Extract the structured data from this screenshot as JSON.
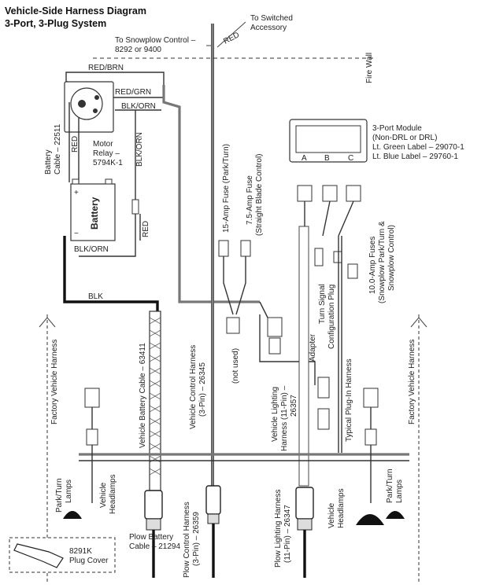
{
  "title_line1": "Vehicle-Side Harness Diagram",
  "title_line2": "3-Port, 3-Plug System",
  "labels": {
    "to_switched_accessory": [
      "To Switched",
      "Accessory"
    ],
    "red_top": "RED",
    "to_snowplow_control": [
      "To Snowplow Control –",
      "8292 or 9400"
    ],
    "fire_wall": "Fire Wall",
    "red_brn": "RED/BRN",
    "red_grn": "RED/GRN",
    "blk_orn_relay": "BLK/ORN",
    "blk_orn_vertical": "BLK/ORN",
    "battery_cable": [
      "Battery",
      "Cable – 22511"
    ],
    "red_battery_cable": "RED",
    "motor_relay": [
      "Motor",
      "Relay –",
      "5794K-1"
    ],
    "battery": "Battery",
    "red_fuse_wire": "RED",
    "blk_orn_bottom": "BLK/ORN",
    "blk": "BLK",
    "fuse_15a": "15-Amp Fuse (Park/Turn)",
    "fuse_7_5a": [
      "7.5-Amp Fuse",
      "(Straight Blade Control)"
    ],
    "module": [
      "3-Port Module",
      "(Non-DRL or DRL)",
      "Lt. Green Label – 29070-1",
      "Lt. Blue Label – 29760-1"
    ],
    "port_a": "A",
    "port_b": "B",
    "port_c": "C",
    "fuses_10a": [
      "10.0-Amp Fuses",
      "(Snowplow Park/Turn &",
      "Snowplow Control)"
    ],
    "turn_signal_plug": [
      "Turn Signal",
      "Configuration Plug"
    ],
    "adapter": "Adapter",
    "typical_plug_in": "Typical Plug-In Harness",
    "not_used": "(not used)",
    "vehicle_lighting_harness": [
      "Vehicle Lighting",
      "Harness (11-Pin) –",
      "26357"
    ],
    "vehicle_control_harness": [
      "Vehicle Control Harness",
      "(3-Pin) – 26345"
    ],
    "vehicle_battery_cable": "Vehicle Battery Cable – 63411",
    "factory_harness_left": "Factory Vehicle Harness",
    "factory_harness_right": "Factory Vehicle Harness",
    "park_turn_left": [
      "Park/Turn",
      "Lamps"
    ],
    "headlamps_left": [
      "Vehicle",
      "Headlamps"
    ],
    "park_turn_right": [
      "Park/Turn",
      "Lamps"
    ],
    "headlamps_right": [
      "Vehicle",
      "Headlamps"
    ],
    "plow_battery_cable": [
      "Plow Battery",
      "Cable – 21294"
    ],
    "plow_control_harness": [
      "Plow Control Harness",
      "(3-Pin) – 26359"
    ],
    "plow_lighting_harness": [
      "Plow Lighting Harness",
      "(11-Pin) – 26347"
    ],
    "plug_cover": [
      "8291K",
      "Plug Cover"
    ]
  }
}
